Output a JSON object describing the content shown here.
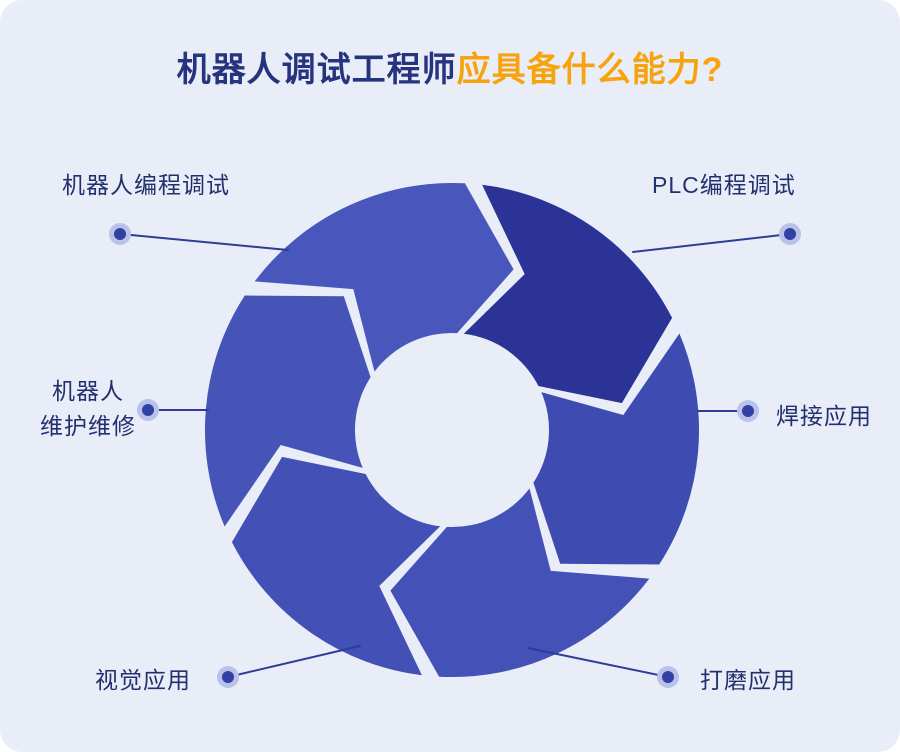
{
  "title": {
    "part1": "机器人调试工程师",
    "part2": "应具备什么能力?"
  },
  "labels": [
    {
      "id": "robot-programming",
      "text": "机器人编程调试"
    },
    {
      "id": "plc-programming",
      "text": "PLC编程调试"
    },
    {
      "id": "robot-maintenance",
      "text": "机器人\n维护维修"
    },
    {
      "id": "welding",
      "text": "焊接应用"
    },
    {
      "id": "vision",
      "text": "视觉应用"
    },
    {
      "id": "grinding",
      "text": "打磨应用"
    }
  ],
  "diagram": {
    "segments": [
      {
        "name": "segment-top-right",
        "color": "#2b3496",
        "start": -85
      },
      {
        "name": "segment-right",
        "color": "#3e4cb2",
        "start": -25
      },
      {
        "name": "segment-bottom-right",
        "color": "#4451b6",
        "start": 35
      },
      {
        "name": "segment-bottom-left",
        "color": "#4350b5",
        "start": 95
      },
      {
        "name": "segment-left",
        "color": "#4654b8",
        "start": 155
      },
      {
        "name": "segment-top-left",
        "color": "#4956bb",
        "start": 215
      }
    ]
  },
  "colors": {
    "background": "#e9edf8",
    "title_primary": "#26337f",
    "title_accent": "#f7a30d",
    "label_text": "#23306e",
    "connector_line": "#2e3c96",
    "dot_inner": "#3140a3",
    "dot_halo": "#b9c3ea"
  }
}
